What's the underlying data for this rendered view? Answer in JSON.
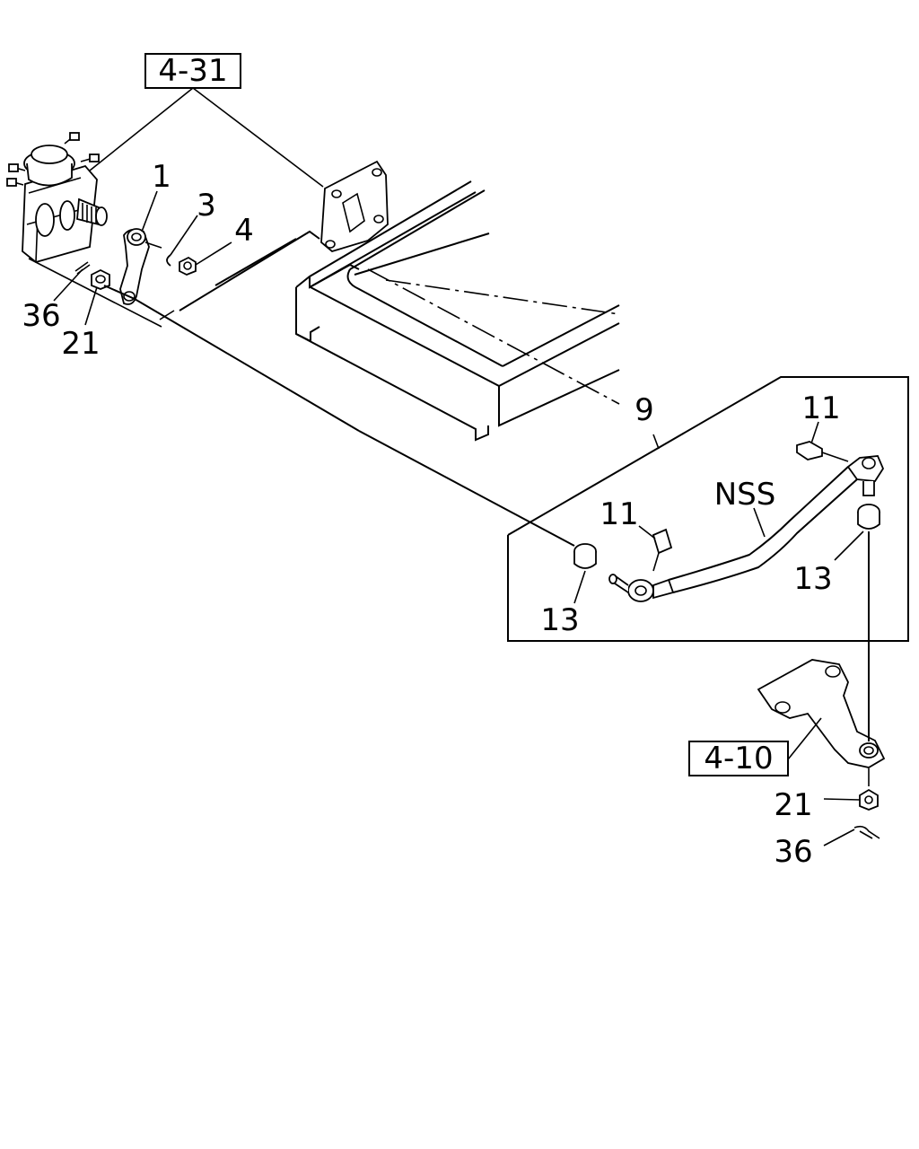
{
  "diagram": {
    "ref_boxes": [
      {
        "id": "ref-4-31",
        "text": "4-31"
      },
      {
        "id": "ref-4-10",
        "text": "4-10"
      }
    ],
    "callouts": [
      {
        "id": "c1",
        "text": "1"
      },
      {
        "id": "c3",
        "text": "3"
      },
      {
        "id": "c4",
        "text": "4"
      },
      {
        "id": "c36a",
        "text": "36"
      },
      {
        "id": "c21a",
        "text": "21"
      },
      {
        "id": "c9",
        "text": "9"
      },
      {
        "id": "c11a",
        "text": "11"
      },
      {
        "id": "c11b",
        "text": "11"
      },
      {
        "id": "cnss",
        "text": "NSS"
      },
      {
        "id": "c13a",
        "text": "13"
      },
      {
        "id": "c13b",
        "text": "13"
      },
      {
        "id": "c21b",
        "text": "21"
      },
      {
        "id": "c36b",
        "text": "36"
      }
    ]
  }
}
